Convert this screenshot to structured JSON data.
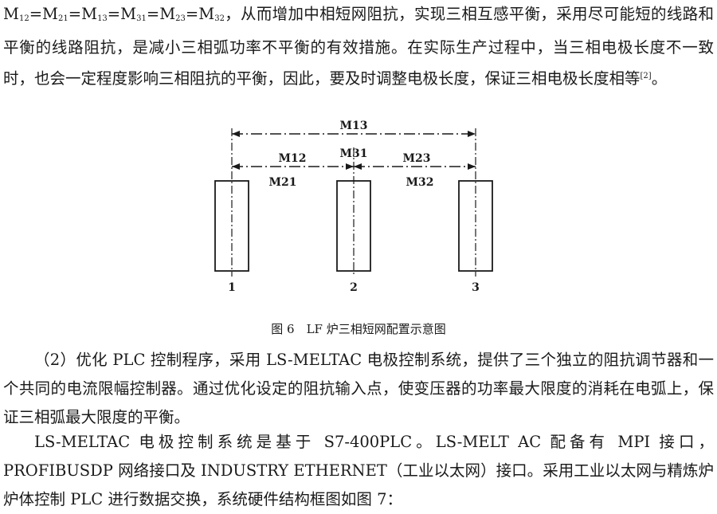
{
  "para1": {
    "eq": [
      {
        "m": "M",
        "s": "12"
      },
      {
        "m": "M",
        "s": "21"
      },
      {
        "m": "M",
        "s": "13"
      },
      {
        "m": "M",
        "s": "31"
      },
      {
        "m": "M",
        "s": "23"
      },
      {
        "m": "M",
        "s": "32"
      }
    ],
    "eq_sep": "=",
    "text": "，从而增加中相短网阻抗，实现三相互感平衡，采用尽可能短的线路和平衡的线路阻抗，是减小三相弧功率不平衡的有效措施。在实际生产过程中，当三相电极长度不一致时，也会一定程度影响三相阻抗的平衡，因此，要及时调整电极长度，保证三相电极长度相等",
    "ref": "[2]",
    "end": "。"
  },
  "figure": {
    "labels": {
      "m13": "M13",
      "m12": "M12",
      "m31": "M31",
      "m23": "M23",
      "m21": "M21",
      "m32": "M32"
    },
    "electrodes": [
      "1",
      "2",
      "3"
    ],
    "caption": "图 6　LF 炉三相短网配置示意图"
  },
  "para2": "（2）优化 PLC 控制程序，采用 LS-MELTAC 电极控制系统，提供了三个独立的阻抗调节器和一个共同的电流限幅控制器。通过优化设定的阻抗输入点，使变压器的功率最大限度的消耗在电弧上，保证三相弧最大限度的平衡。",
  "para3": "LS-MELTAC 电极控制系统是基于 S7-400PLC。LS-MELT AC 配备有 MPI 接口，PROFIBUSDP 网络接口及 INDUSTRY ETHERNET（工业以太网）接口。采用工业以太网与精炼炉炉体控制 PLC 进行数据交换，系统硬件结构框图如图 7："
}
